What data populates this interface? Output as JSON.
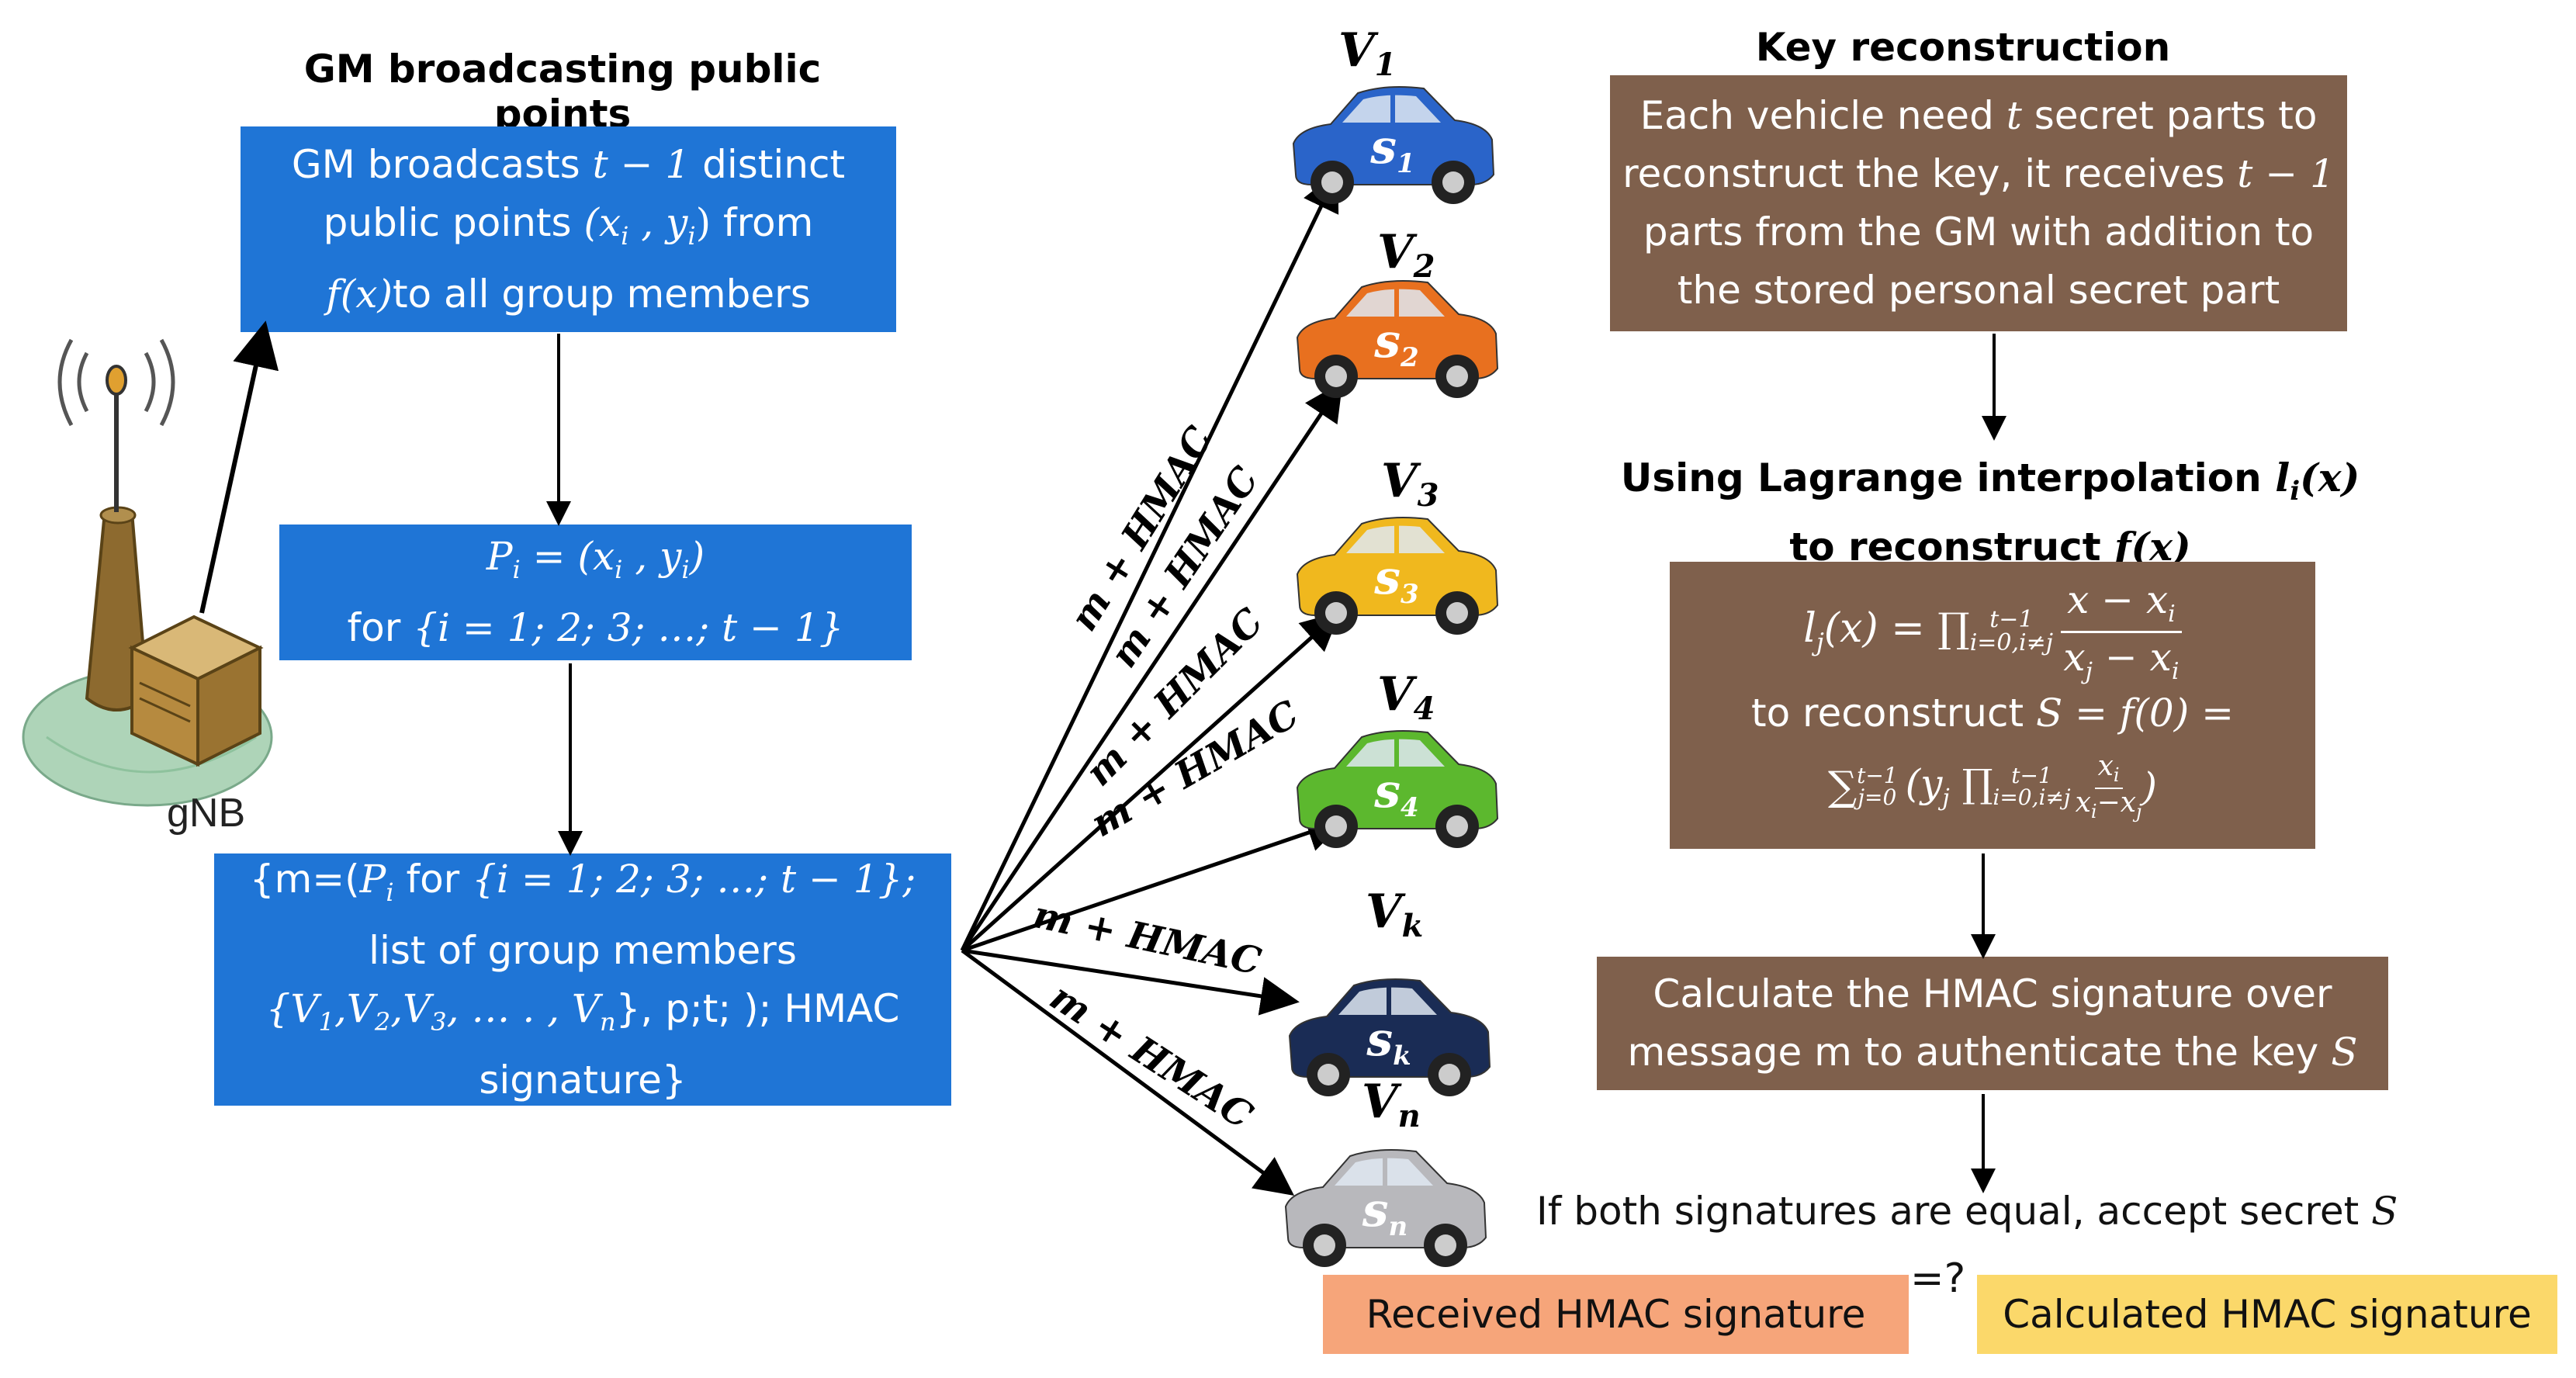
{
  "titles": {
    "left": "GM broadcasting public points",
    "right": "Key reconstruction",
    "lagrange_line1": "Using Lagrange interpolation",
    "lagrange_li": "l",
    "lagrange_li_sub": "i",
    "lagrange_li_arg": "(x)",
    "lagrange_line2": "to reconstruct",
    "lagrange_f": "f(x)"
  },
  "box1": {
    "l1a": "GM broadcasts",
    "l1b": "t − 1",
    "l1c": "distinct",
    "l2a": "public points",
    "l2b": "(x",
    "l2c": "i",
    "l2d": " , y",
    "l2e": "i",
    "l2f": ")",
    "l2g": "from",
    "l3a": "f(x)",
    "l3b": "to all group members"
  },
  "box2": {
    "l1a": "P",
    "l1b": "i",
    "l1c": " = (x",
    "l1d": "i",
    "l1e": " , y",
    "l1f": "i",
    "l1g": ")",
    "l2a": "for",
    "l2b": "{i = 1; 2;  3; …;  t − 1}"
  },
  "box3": {
    "l1a": "{m=(",
    "l1b": "P",
    "l1c": "i",
    "l1d": "for",
    "l1e": "{i = 1; 2;  3; …;  t − 1};",
    "l2": "list of group members",
    "l3a": "{V",
    "l3b": "1",
    "l3c": ",V",
    "l3d": "2",
    "l3e": ",V",
    "l3f": "3",
    "l3g": ", … . , V",
    "l3h": "n",
    "l3i": "}, p;t; ); HMAC",
    "l4": "signature}"
  },
  "box4": {
    "l1a": "Each vehicle need",
    "l1b": "t",
    "l1c": "secret parts to",
    "l2a": "reconstruct the key, it receives",
    "l2b": "t − 1",
    "l3": "parts from the GM with addition to",
    "l4": "the stored personal secret part"
  },
  "box5": {
    "l1": "l",
    "l1sub": "j",
    "l1b": "(x) = ∏",
    "l1prodsup": "t−1",
    "l1prodsub": "i=0,i≠j",
    "l1num": "x − x",
    "l1numsub": "i",
    "l1den": "x",
    "l1densub": "j",
    "l1den2": " − x",
    "l1den2sub": "i",
    "l2a": "to reconstruct",
    "l2b": "S = f(0) =",
    "l3a": "∑",
    "l3sup": "t−1",
    "l3sub": "j=0",
    "l3b": "(y",
    "l3bsub": "j",
    "l3c": "∏",
    "l3csup": "t−1",
    "l3csub": "i=0,i≠j",
    "l3num": "x",
    "l3numsub": "i",
    "l3den": "x",
    "l3densub": "i",
    "l3den2": "−x",
    "l3den2sub": "j",
    "l3end": ")"
  },
  "box6": {
    "l1": "Calculate the HMAC signature over",
    "l2a": "message m to authenticate the key",
    "l2b": "S"
  },
  "accept_text": "If both signatures are equal, accept secret",
  "accept_S": "S",
  "received": "Received HMAC signature",
  "compare": "=?",
  "calculated": "Calculated HMAC signature",
  "gnb_label": "gNB",
  "edge_label": "m + HMAC",
  "vehicles": [
    {
      "label": "V",
      "sub": "1",
      "secret": "s",
      "ssub": "1",
      "color": "#2a64c9"
    },
    {
      "label": "V",
      "sub": "2",
      "secret": "s",
      "ssub": "2",
      "color": "#e8701f"
    },
    {
      "label": "V",
      "sub": "3",
      "secret": "s",
      "ssub": "3",
      "color": "#f0b81e"
    },
    {
      "label": "V",
      "sub": "4",
      "secret": "s",
      "ssub": "4",
      "color": "#5cb82e"
    },
    {
      "label": "V",
      "sub": "k",
      "secret": "s",
      "ssub": "k",
      "color": "#1a2c55"
    },
    {
      "label": "V",
      "sub": "n",
      "secret": "s",
      "ssub": "n",
      "color": "#b8b8bc"
    }
  ],
  "colors": {
    "blue_box": "#1f75d6",
    "brown_box": "#7f604c",
    "received_box": "#f6a57a",
    "calculated_box": "#fbd86a"
  }
}
